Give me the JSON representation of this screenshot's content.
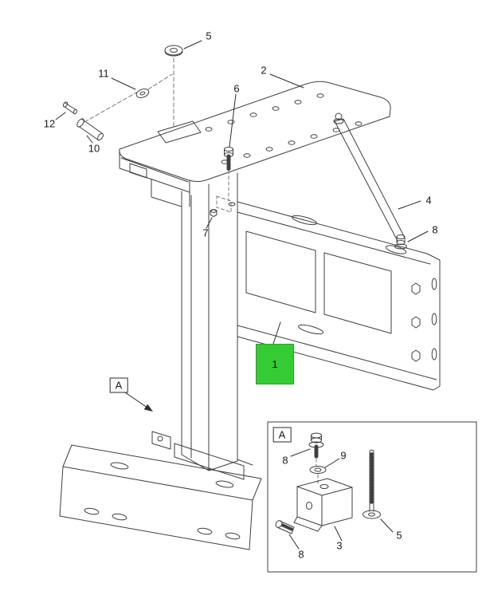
{
  "drawing": {
    "background": "#ffffff",
    "line_color": "#3f3f3f",
    "highlight": {
      "label": "1",
      "color": "#35cb35"
    },
    "callouts": {
      "part5_top": {
        "label": "5"
      },
      "part11": {
        "label": "11"
      },
      "part12": {
        "label": "12"
      },
      "part10": {
        "label": "10"
      },
      "part2": {
        "label": "2"
      },
      "part6": {
        "label": "6"
      },
      "part4": {
        "label": "4"
      },
      "part8": {
        "label": "8"
      },
      "part7": {
        "label": "7"
      },
      "view_a": {
        "label": "A"
      }
    },
    "inset": {
      "view_label": "A",
      "callouts": {
        "part8_upper": {
          "label": "8"
        },
        "part9": {
          "label": "9"
        },
        "part3": {
          "label": "3"
        },
        "part8_lower": {
          "label": "8"
        },
        "part5": {
          "label": "5"
        }
      }
    }
  }
}
